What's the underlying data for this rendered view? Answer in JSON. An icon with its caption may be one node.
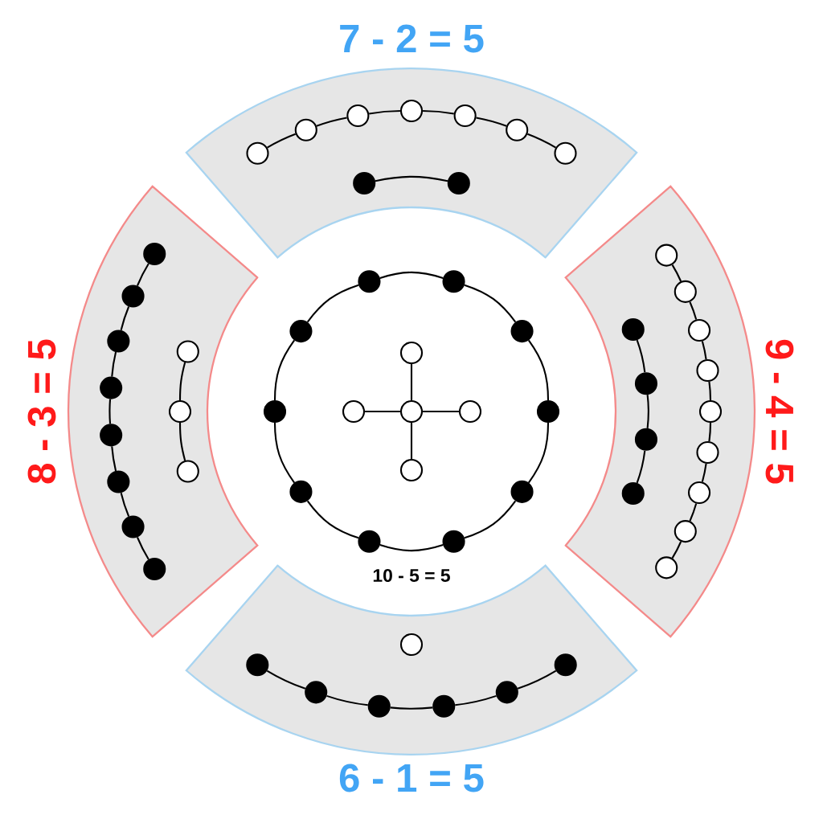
{
  "diagram": {
    "nodes": [
      {
        "text": [
          "7 - 2 = 5"
        ]
      },
      {
        "text": [],
        "shape": "circle",
        "in": 0
      },
      {
        "text": [],
        "shape": "circle",
        "in": 0
      },
      {
        "text": [],
        "shape": "circle",
        "in": 0
      },
      {
        "text": [],
        "shape": "circle",
        "in": 0
      },
      {
        "text": [],
        "shape": "circle",
        "in": 0
      },
      {
        "text": [],
        "shape": "circle",
        "in": 0
      },
      {
        "text": [],
        "shape": "circle",
        "in": 0
      },
      {
        "text": [],
        "shape": "dot",
        "in": 0
      },
      {
        "text": [],
        "shape": "dot",
        "in": 0
      },
      {
        "text": [
          "8 - 3 = 5"
        ]
      },
      {
        "text": [],
        "shape": "dot",
        "in": 10
      },
      {
        "text": [],
        "shape": "dot",
        "in": 10
      },
      {
        "text": [],
        "shape": "dot",
        "in": 10
      },
      {
        "text": [],
        "shape": "dot",
        "in": 10
      },
      {
        "text": [],
        "shape": "dot",
        "in": 10
      },
      {
        "text": [],
        "shape": "dot",
        "in": 10
      },
      {
        "text": [],
        "shape": "dot",
        "in": 10
      },
      {
        "text": [],
        "shape": "dot",
        "in": 10
      },
      {
        "text": [],
        "shape": "circle",
        "in": 10
      },
      {
        "text": [],
        "shape": "circle",
        "in": 10
      },
      {
        "text": [],
        "shape": "circle",
        "in": 10
      },
      {
        "text": [],
        "shape": "dot"
      },
      {
        "text": [],
        "shape": "dot"
      },
      {
        "text": [],
        "shape": "dot"
      },
      {
        "text": [],
        "shape": "dot"
      },
      {
        "text": [],
        "shape": "dot"
      },
      {
        "text": [],
        "shape": "dot"
      },
      {
        "text": [],
        "shape": "dot"
      },
      {
        "text": [],
        "shape": "dot"
      },
      {
        "text": [],
        "shape": "dot"
      },
      {
        "text": [],
        "shape": "dot"
      },
      {
        "text": [],
        "shape": "circle"
      },
      {
        "text": [],
        "shape": "circle"
      },
      {
        "text": [],
        "shape": "circle"
      },
      {
        "text": [],
        "shape": "circle"
      },
      {
        "text": [],
        "shape": "circle"
      },
      {
        "text": [
          "9 - 4 = 5"
        ]
      },
      {
        "text": [],
        "shape": "dot",
        "in": 37
      },
      {
        "text": [],
        "shape": "dot",
        "in": 37
      },
      {
        "text": [],
        "shape": "dot",
        "in": 37
      },
      {
        "text": [],
        "shape": "dot",
        "in": 37
      },
      {
        "text": [],
        "shape": "circle",
        "in": 37
      },
      {
        "text": [],
        "shape": "circle",
        "in": 37
      },
      {
        "text": [],
        "shape": "circle",
        "in": 37
      },
      {
        "text": [],
        "shape": "circle",
        "in": 37
      },
      {
        "text": [],
        "shape": "circle",
        "in": 37
      },
      {
        "text": [],
        "shape": "circle",
        "in": 37
      },
      {
        "text": [],
        "shape": "circle",
        "in": 37
      },
      {
        "text": [],
        "shape": "circle",
        "in": 37
      },
      {
        "text": [],
        "shape": "circle",
        "in": 37
      },
      {
        "text": [
          "6 - 1 = 5"
        ]
      },
      {
        "text": [],
        "shape": "circle",
        "in": 51
      },
      {
        "text": [],
        "shape": "dot",
        "in": 51
      },
      {
        "text": [],
        "shape": "dot",
        "in": 51
      },
      {
        "text": [],
        "shape": "dot",
        "in": 51
      },
      {
        "text": [],
        "shape": "dot",
        "in": 51
      },
      {
        "text": [],
        "shape": "dot",
        "in": 51
      },
      {
        "text": [],
        "shape": "dot",
        "in": 51
      }
    ],
    "edges": [
      {
        "from": 1,
        "to": 2,
        "arrow": "none"
      },
      {
        "from": 2,
        "to": 3,
        "arrow": "none"
      },
      {
        "from": 3,
        "to": 4,
        "arrow": "none"
      },
      {
        "from": 4,
        "to": 5,
        "arrow": "none"
      },
      {
        "from": 5,
        "to": 6,
        "arrow": "none"
      },
      {
        "from": 6,
        "to": 7,
        "arrow": "none"
      },
      {
        "from": 8,
        "to": 9,
        "arrow": "none"
      },
      {
        "from": 11,
        "to": 12,
        "arrow": "none"
      },
      {
        "from": 12,
        "to": 13,
        "arrow": "none"
      },
      {
        "from": 13,
        "to": 14,
        "arrow": "none"
      },
      {
        "from": 14,
        "to": 15,
        "arrow": "none"
      },
      {
        "from": 15,
        "to": 16,
        "arrow": "none"
      },
      {
        "from": 16,
        "to": 17,
        "arrow": "none"
      },
      {
        "from": 17,
        "to": 18,
        "arrow": "none"
      },
      {
        "from": 19,
        "to": 20,
        "arrow": "none"
      },
      {
        "from": 20,
        "to": 21,
        "arrow": "none"
      },
      {
        "from": 27,
        "to": 25,
        "arrow": "none"
      },
      {
        "from": 25,
        "to": 23,
        "arrow": "none"
      },
      {
        "from": 23,
        "to": 22,
        "arrow": "none"
      },
      {
        "from": 22,
        "to": 24,
        "arrow": "none"
      },
      {
        "from": 24,
        "to": 26,
        "arrow": "none"
      },
      {
        "from": 26,
        "to": 28,
        "arrow": "none"
      },
      {
        "from": 28,
        "to": 30,
        "arrow": "none"
      },
      {
        "from": 30,
        "to": 31,
        "arrow": "none"
      },
      {
        "from": 31,
        "to": 29,
        "arrow": "none"
      },
      {
        "from": 29,
        "to": 27,
        "arrow": "none"
      },
      {
        "from": 34,
        "to": 32,
        "arrow": "none"
      },
      {
        "from": 34,
        "to": 33,
        "arrow": "none"
      },
      {
        "from": 34,
        "to": 35,
        "arrow": "none"
      },
      {
        "from": 34,
        "to": 36,
        "arrow": "none"
      },
      {
        "from": 38,
        "to": 39,
        "arrow": "none"
      },
      {
        "from": 39,
        "to": 40,
        "arrow": "none"
      },
      {
        "from": 40,
        "to": 41,
        "arrow": "none"
      },
      {
        "from": 42,
        "to": 43,
        "arrow": "none"
      },
      {
        "from": 43,
        "to": 44,
        "arrow": "none"
      },
      {
        "from": 44,
        "to": 45,
        "arrow": "none"
      },
      {
        "from": 45,
        "to": 46,
        "arrow": "none"
      },
      {
        "from": 46,
        "to": 47,
        "arrow": "none"
      },
      {
        "from": 47,
        "to": 48,
        "arrow": "none"
      },
      {
        "from": 48,
        "to": 49,
        "arrow": "none"
      },
      {
        "from": 49,
        "to": 50,
        "arrow": "none"
      },
      {
        "from": 53,
        "to": 54,
        "arrow": "none"
      },
      {
        "from": 54,
        "to": 55,
        "arrow": "none"
      },
      {
        "from": 55,
        "to": 56,
        "arrow": "none"
      },
      {
        "from": 56,
        "to": 57,
        "arrow": "none"
      },
      {
        "from": 57,
        "to": 58,
        "arrow": "none"
      }
    ],
    "labels": [
      "10 - 5 = 5"
    ]
  }
}
